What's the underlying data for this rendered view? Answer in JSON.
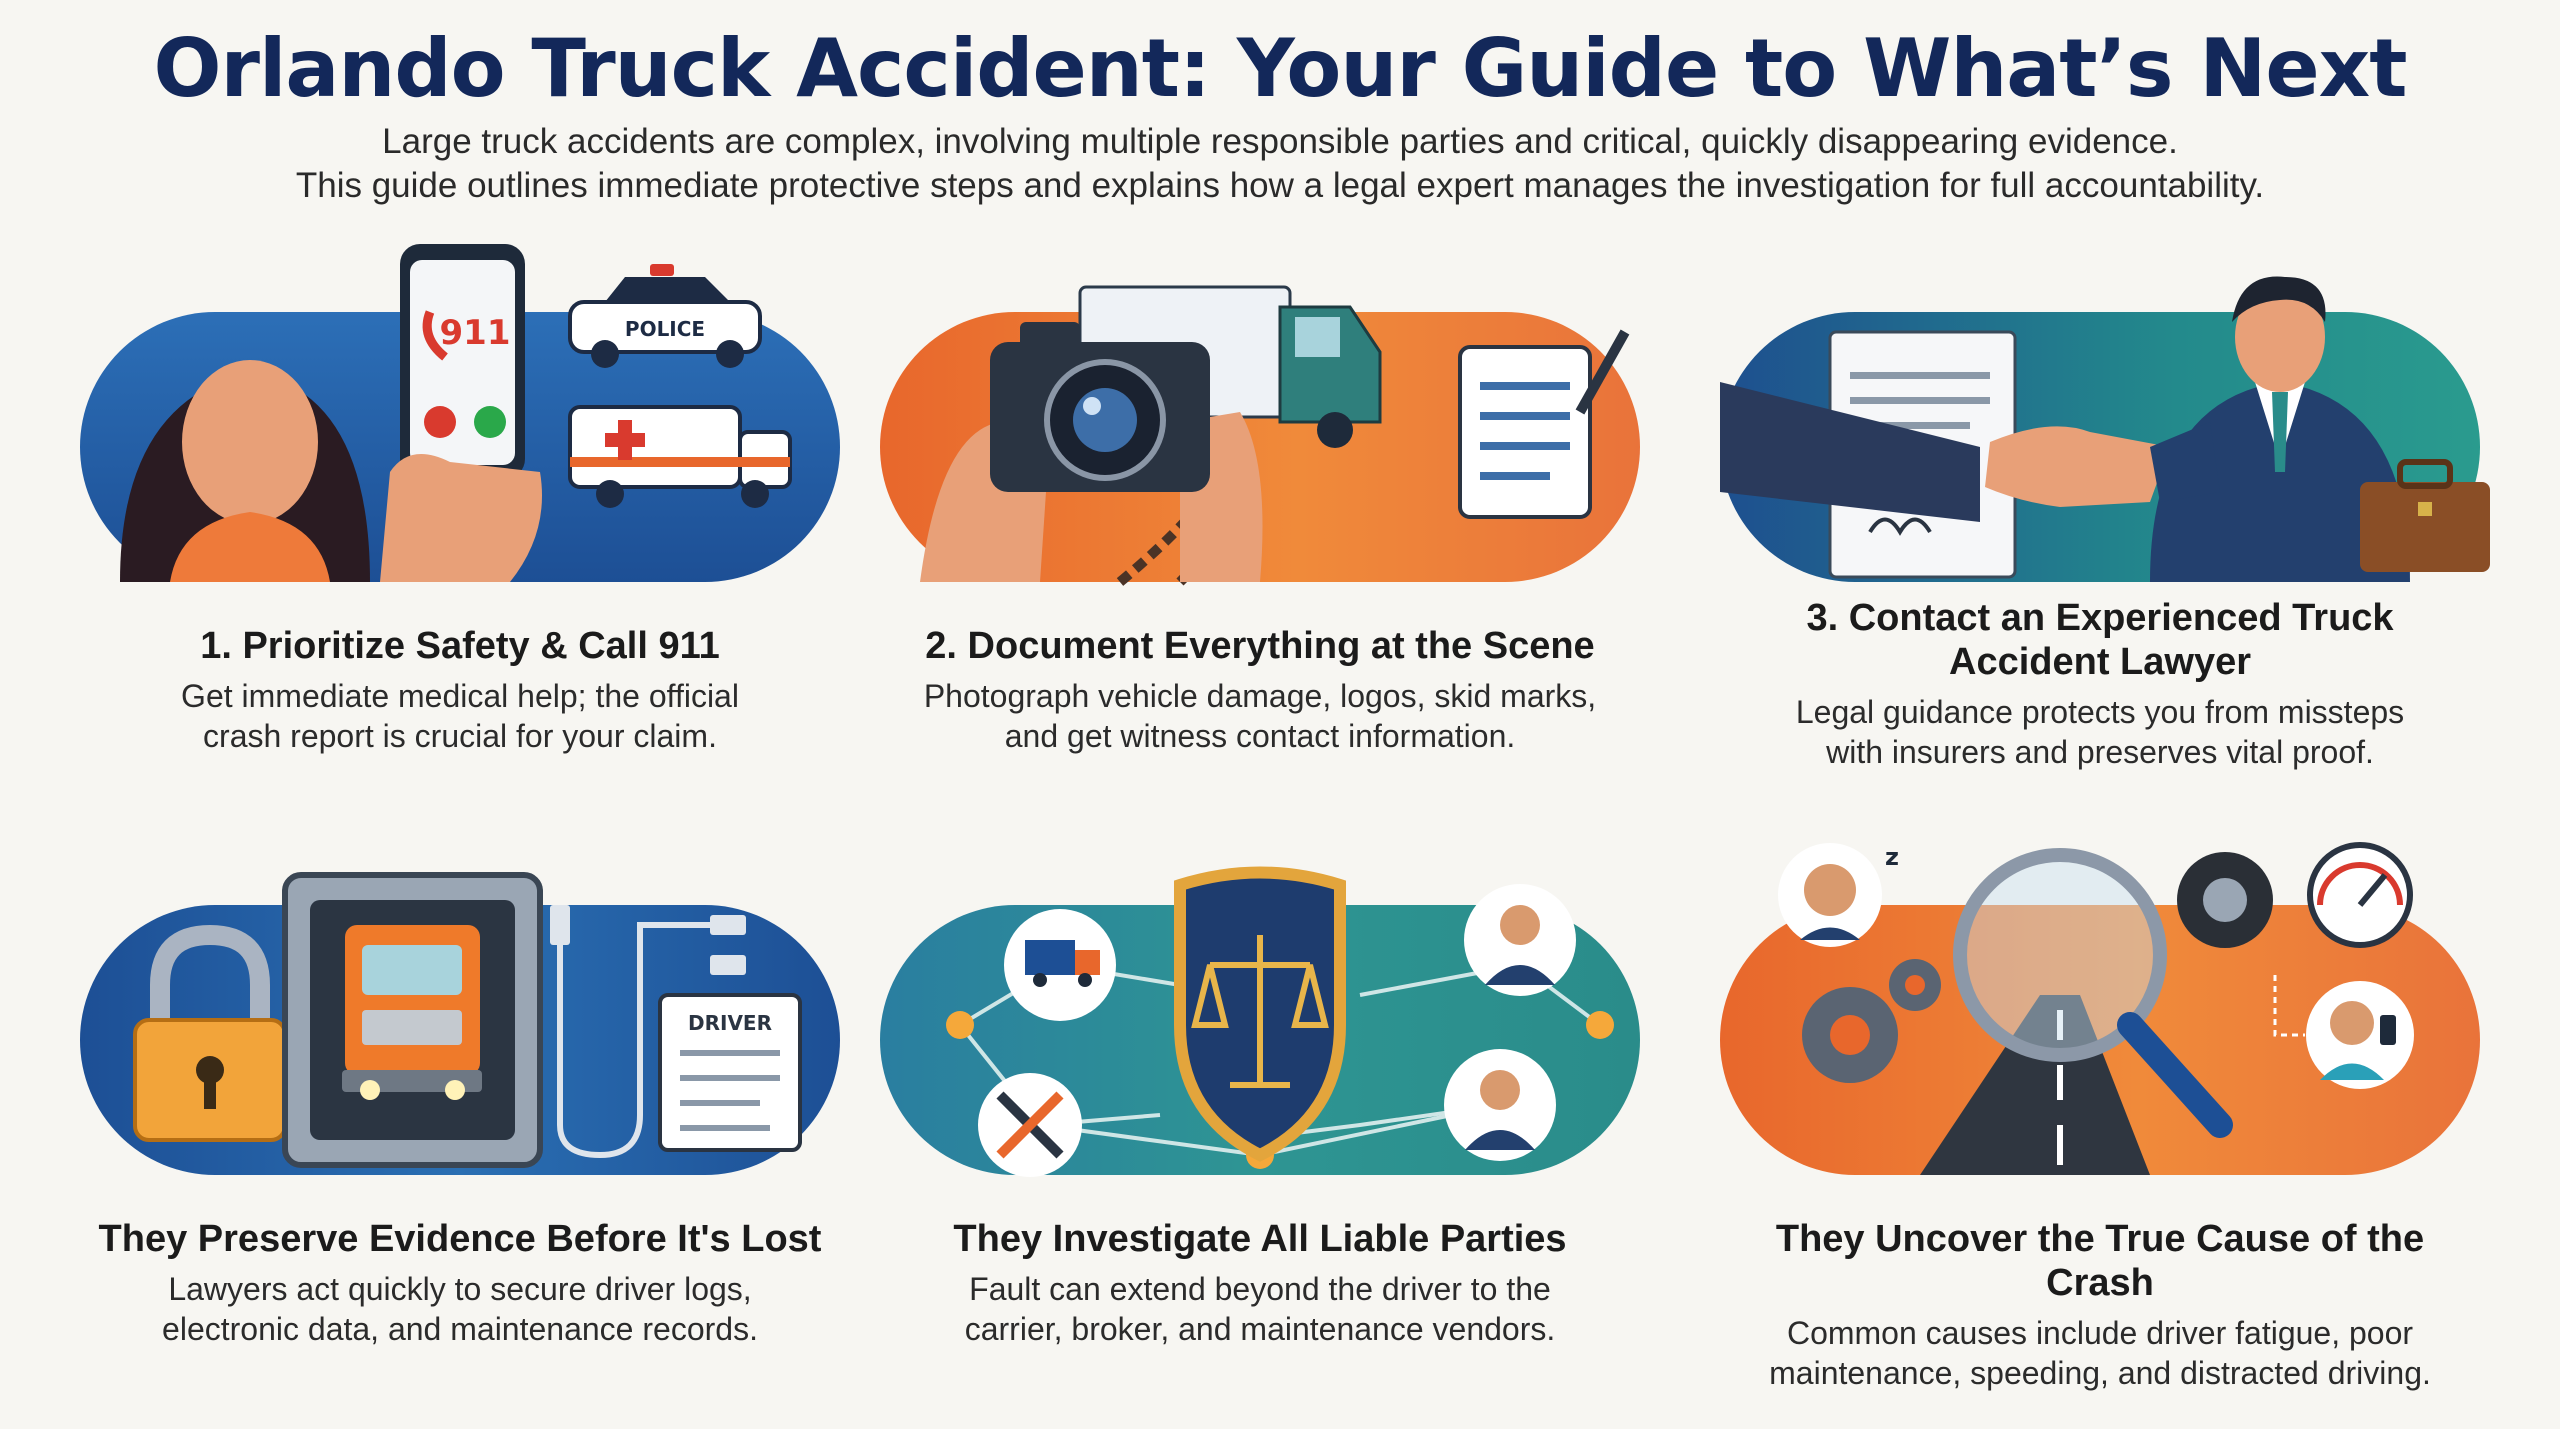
{
  "header": {
    "title": "Orlando Truck Accident: Your Guide to What’s Next",
    "subtitle_line1": "Large truck accidents are complex, involving multiple responsible parties and critical, quickly disappearing evidence.",
    "subtitle_line2": "This guide outlines immediate protective steps and explains how a legal expert manages the investigation for full accountability."
  },
  "steps": [
    {
      "title": "1. Prioritize Safety & Call 911",
      "desc_line1": "Get immediate medical help; the official",
      "desc_line2": "crash report is crucial for your claim.",
      "phone_text": "911",
      "police_text": "POLICE",
      "icon": "phone-emergency-icon"
    },
    {
      "title": "2. Document Everything at the Scene",
      "desc_line1": "Photograph vehicle damage, logos, skid marks,",
      "desc_line2": "and get witness contact information.",
      "icon": "camera-icon"
    },
    {
      "title_line1": "3. Contact an Experienced Truck",
      "title_line2": "Accident Lawyer",
      "desc_line1": "Legal guidance protects you from missteps",
      "desc_line2": "with insurers and preserves vital proof.",
      "icon": "handshake-icon"
    }
  ],
  "services": [
    {
      "title": "They Preserve Evidence Before It's Lost",
      "desc_line1": "Lawyers act quickly to secure driver logs,",
      "desc_line2": "electronic data, and maintenance records.",
      "log_text": "DRIVER",
      "icon": "lock-safe-icon"
    },
    {
      "title": "They Investigate All Liable Parties",
      "desc_line1": "Fault can extend beyond the driver to the",
      "desc_line2": "carrier, broker, and maintenance vendors.",
      "icon": "shield-scales-icon"
    },
    {
      "title": "They Uncover the True Cause of the Crash",
      "desc_line1": "Common causes include driver fatigue, poor",
      "desc_line2": "maintenance, speeding, and distracted driving.",
      "icon": "magnifier-road-icon"
    }
  ],
  "colors": {
    "title": "#13285a",
    "blue": "#1d4f95",
    "orange": "#ec7433",
    "teal": "#238a8c"
  }
}
